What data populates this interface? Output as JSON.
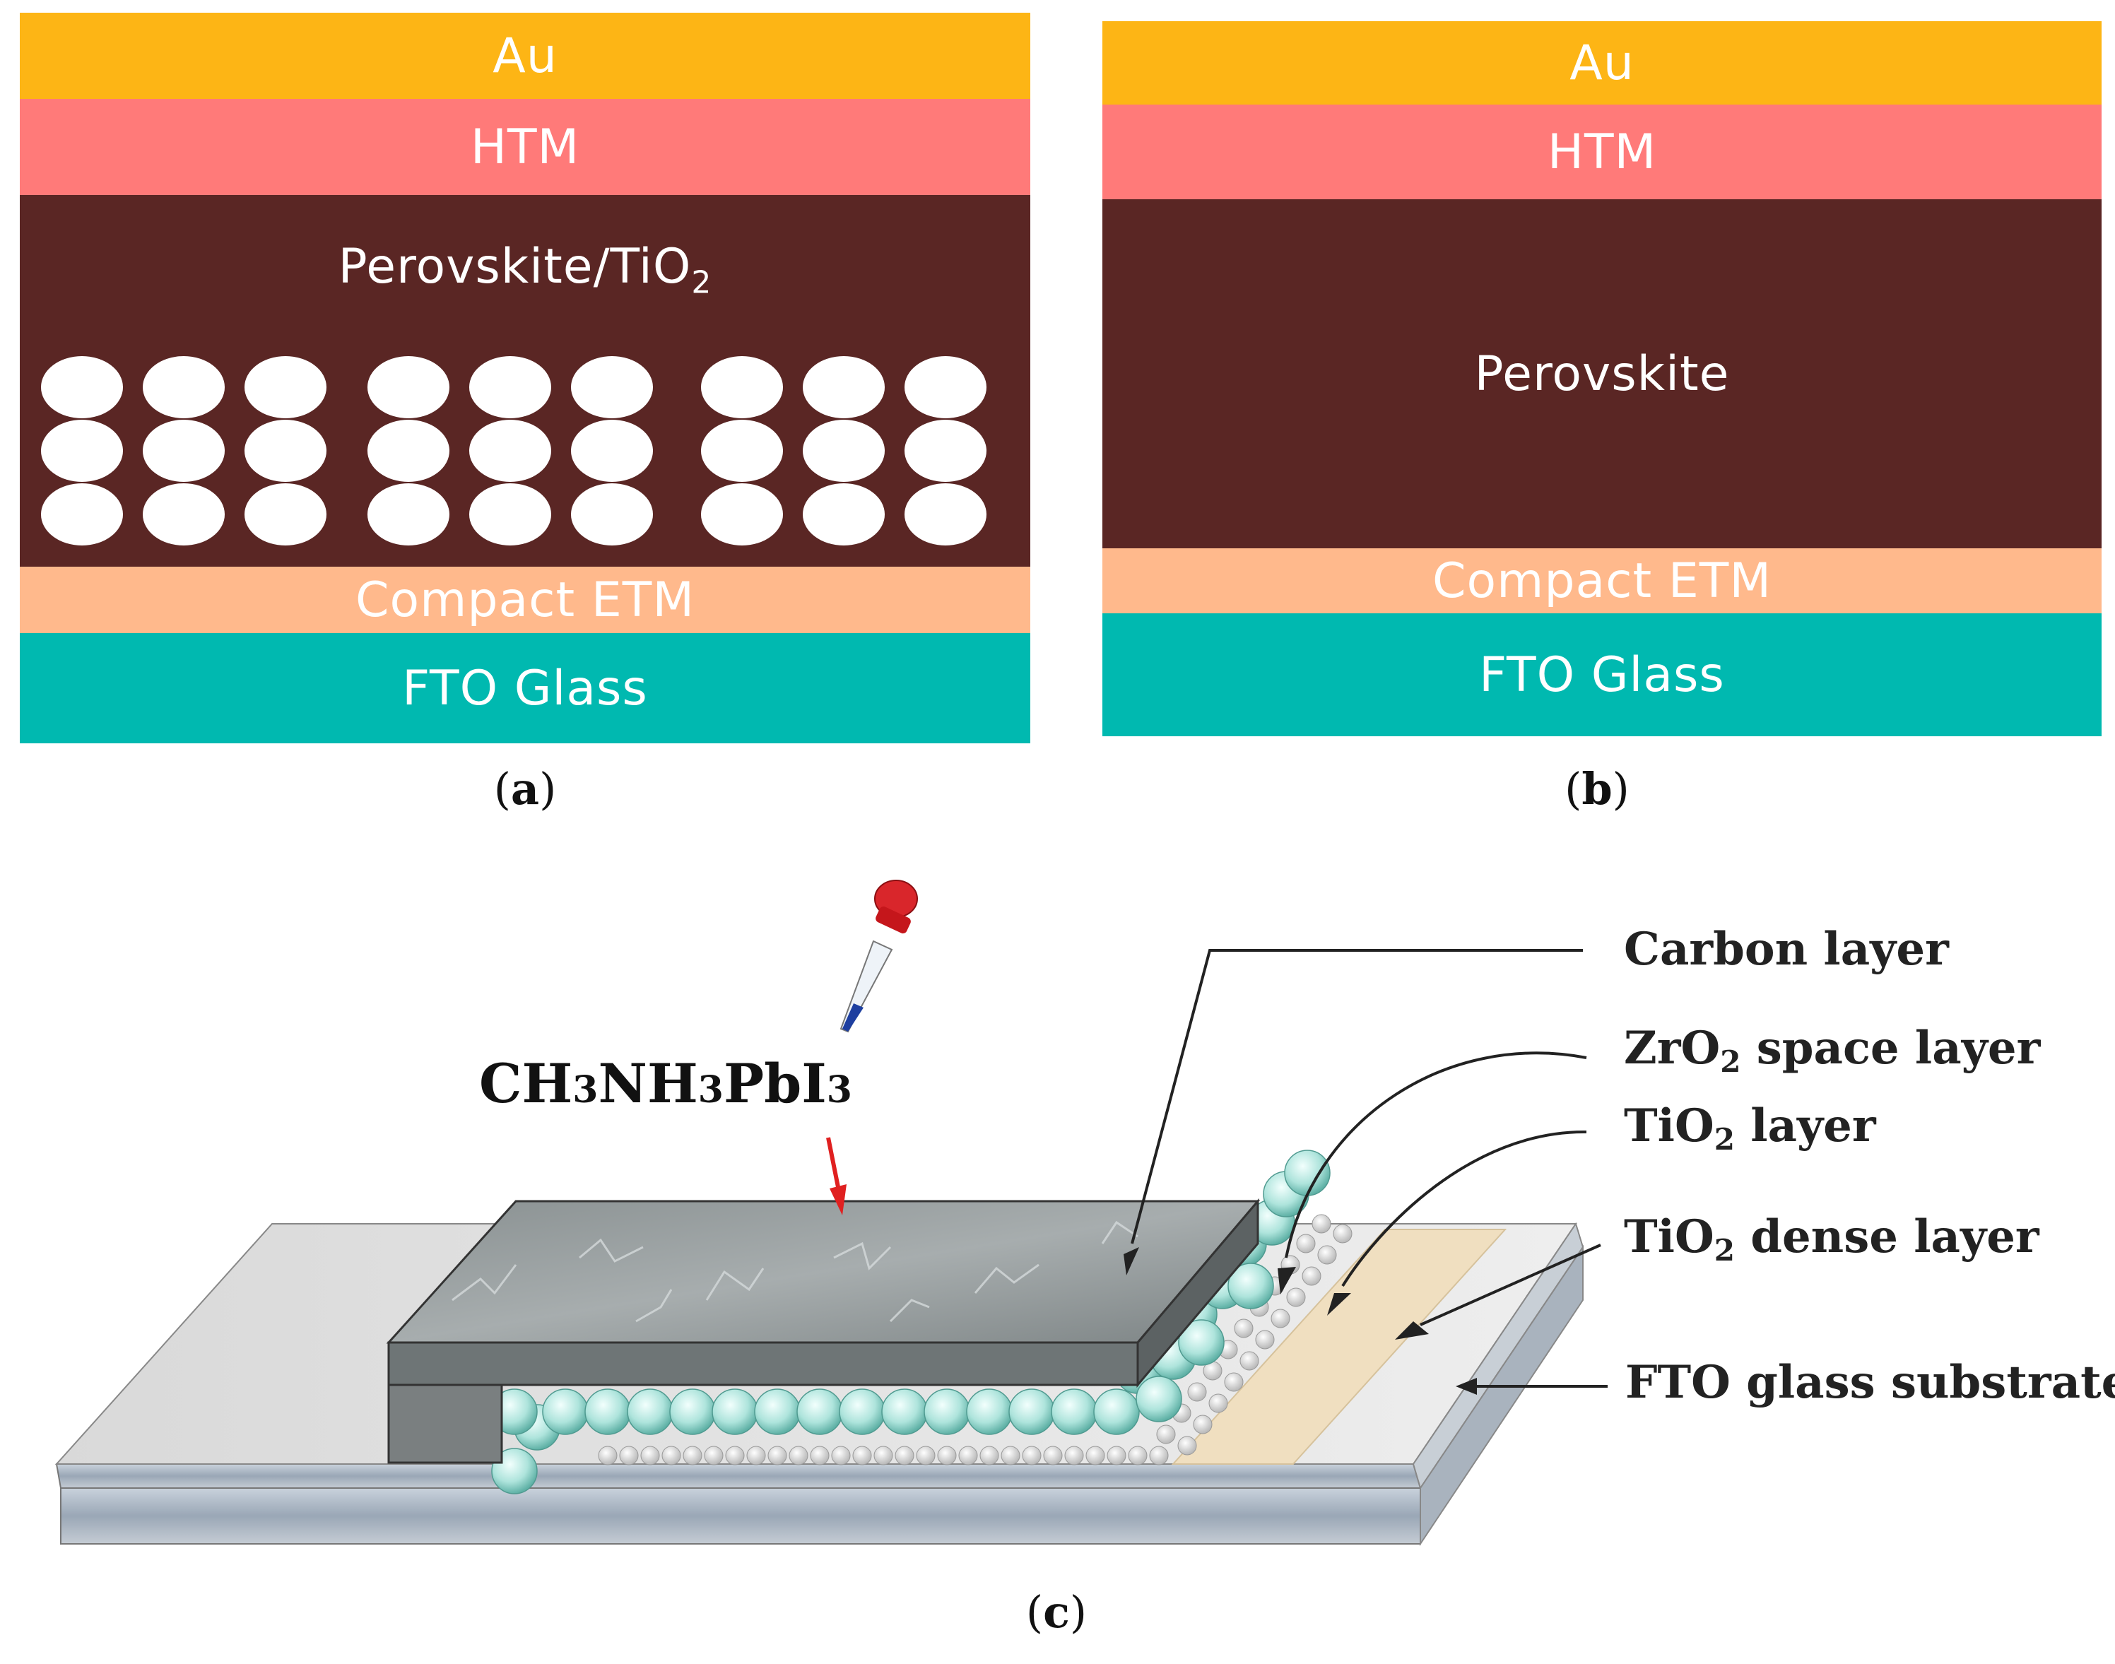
{
  "panel_a": {
    "layers": {
      "au": "Au",
      "htm": "HTM",
      "perovskite": "Perovskite/TiO",
      "perovskite_sub": "2",
      "compact": "Compact ETM",
      "fto": "FTO Glass"
    },
    "caption_letter": "a"
  },
  "panel_b": {
    "layers": {
      "au": "Au",
      "htm": "HTM",
      "perovskite": "Perovskite",
      "compact": "Compact ETM",
      "fto": "FTO Glass"
    },
    "caption_letter": "b"
  },
  "panel_c": {
    "formula": {
      "p1": "CH",
      "s1": "3",
      "p2": "NH",
      "s2": "3",
      "p3": "PbI",
      "s3": "3"
    },
    "labels": {
      "carbon": "Carbon layer",
      "zro2_a": "ZrO",
      "zro2_sub": "2",
      "zro2_b": " space layer",
      "tio2_a": "TiO",
      "tio2_sub": "2",
      "tio2_b": " layer",
      "dense_a": "TiO",
      "dense_sub": "2",
      "dense_b": " dense layer",
      "fto": "FTO glass substrate"
    },
    "caption_letter": "c"
  },
  "colors": {
    "au": "#FDB515",
    "htm": "#FF7A79",
    "perovskite": "#5A2624",
    "compact": "#FFB98C",
    "fto": "#00B9B0"
  }
}
